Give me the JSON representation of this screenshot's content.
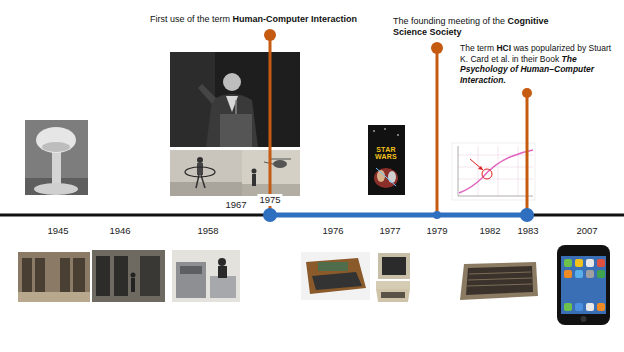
{
  "diagram": {
    "labels": [
      "First use of the term",
      "Human-Computer Interaction",
      "The founding meeting of the",
      "Cognitive Science Society",
      "The term",
      "HCI",
      "was popularized by Stuart K. Card et al. in their Book",
      "The Psychology of Human–Computer Interaction.",
      "STAR WARS",
      "1945",
      "1946",
      "1958",
      "1967",
      "1975",
      "1976",
      "1977",
      "1979",
      "1982",
      "1983",
      "2007"
    ]
  }
}
